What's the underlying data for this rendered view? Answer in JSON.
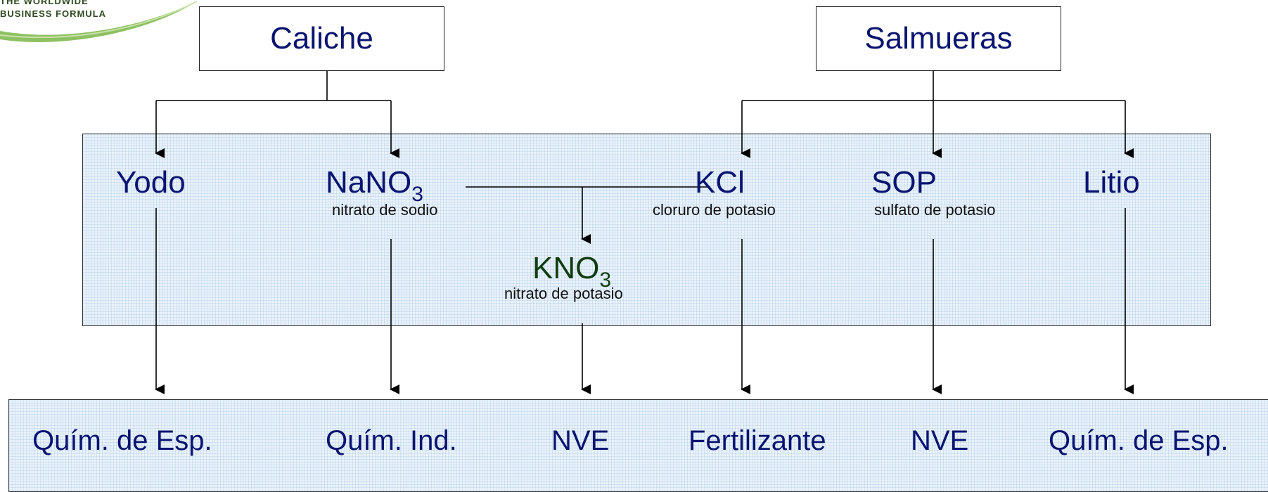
{
  "logo": {
    "line1": "THE WORLDWIDE",
    "line2": "BUSINESS FORMULA",
    "swoosh_color": "#7ab648"
  },
  "sources": {
    "caliche": "Caliche",
    "salmueras": "Salmueras"
  },
  "products": {
    "yodo": "Yodo",
    "nano3_base": "NaNO",
    "nano3_sub": "3",
    "nano3_desc": "nitrato de sodio",
    "kcl": "KCl",
    "kcl_desc": "cloruro de potasio",
    "sop": "SOP",
    "sop_desc": "sulfato de potasio",
    "litio": "Litio",
    "kno3_base": "KNO",
    "kno3_sub": "3",
    "kno3_desc": "nitrato de potasio"
  },
  "markets": {
    "m1": "Quím. de Esp.",
    "m2": "Quím. Ind.",
    "m3": "NVE",
    "m4": "Fertilizante",
    "m5": "NVE",
    "m6": "Quím. de Esp."
  },
  "colors": {
    "text_blue": "#0a1470",
    "kno3_green": "#0f3d0f",
    "panel_fill": "#e9f2fb"
  }
}
